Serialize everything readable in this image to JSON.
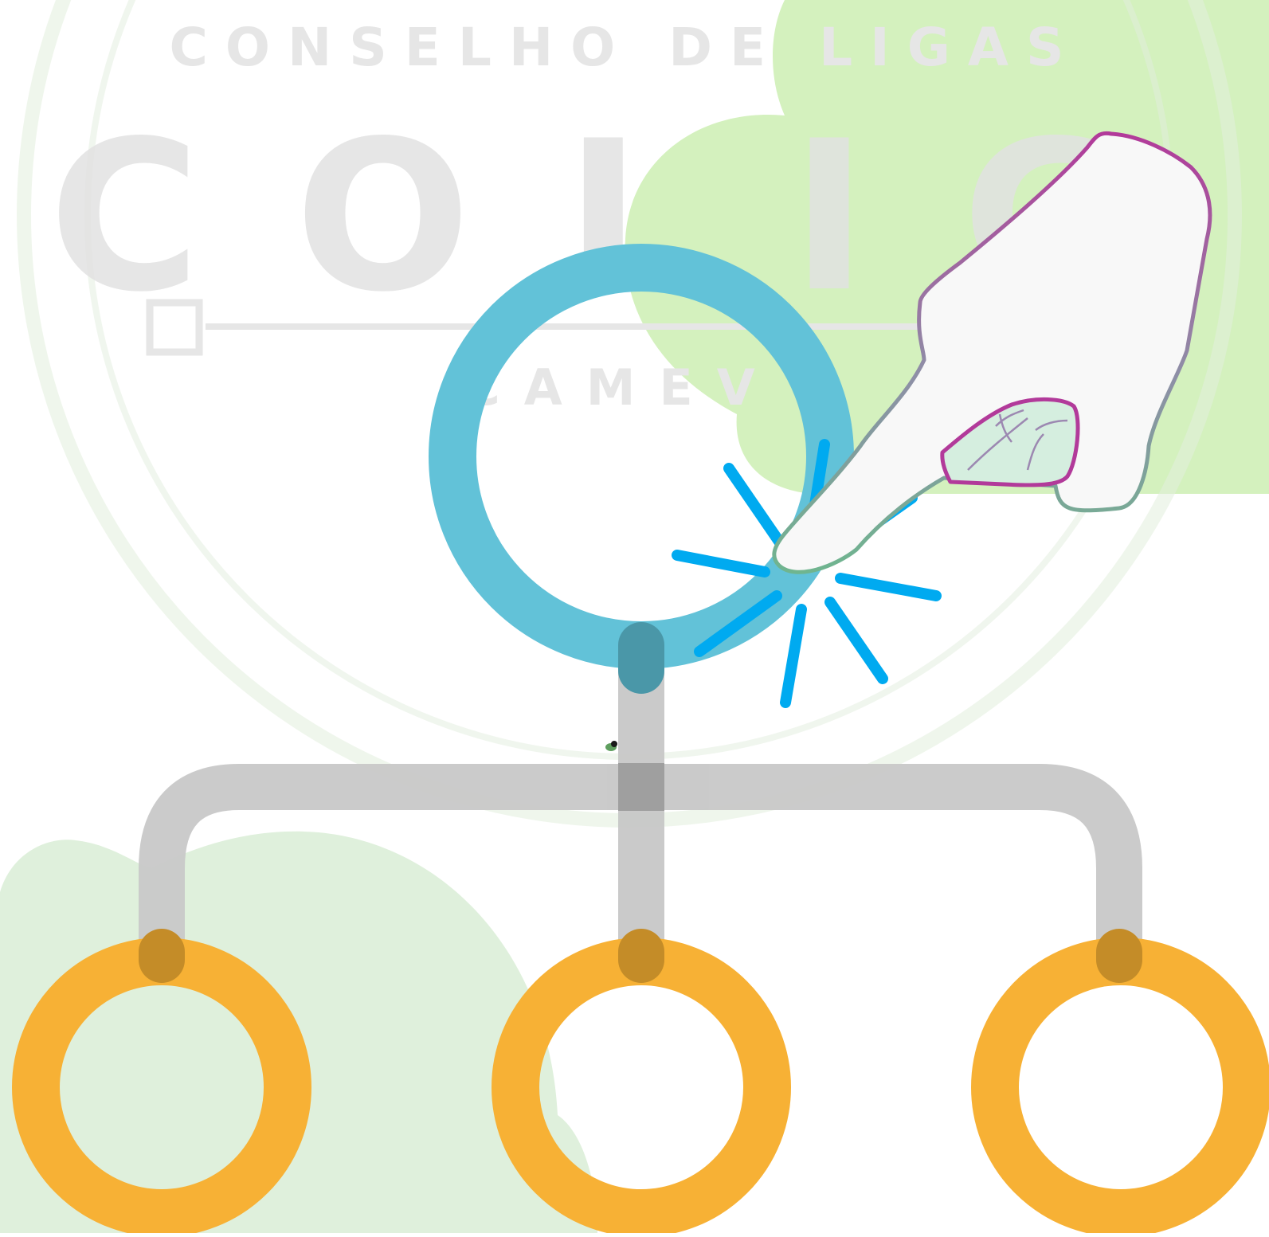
{
  "watermark": {
    "top_line": "CONSELHO DE LIGAS",
    "main_word": "COLIG",
    "bottom_line": "CAMEV"
  },
  "colors": {
    "watermark_text": "#e6e6e6",
    "watermark_ring": "#e2eedd",
    "blob_light_green": "#d4f1be",
    "blob_pale_green": "#dff0dc",
    "top_circle": "#62c2d8",
    "connector": "#c8c8c8",
    "bottom_circles": "#f7b135",
    "click_rays": "#00aaf0",
    "hand_fill": "#f8f8f8",
    "hand_outline_top": "#b23a9a",
    "hand_outline_bottom": "#6fb58f",
    "nail_fill": "#d5eedf"
  },
  "icons": {
    "hierarchy": "org-chart-hierarchy-icon",
    "hand": "pointing-hand-icon",
    "click": "click-burst-icon"
  }
}
